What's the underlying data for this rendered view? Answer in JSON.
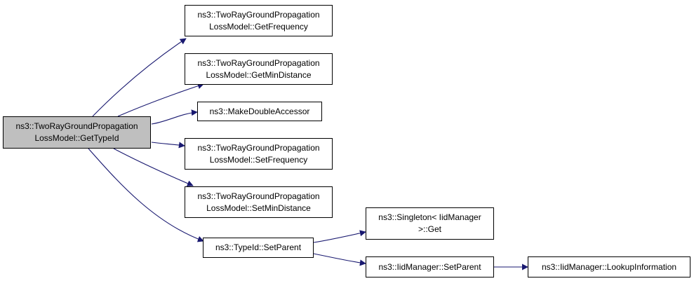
{
  "colors": {
    "edge": "#191970",
    "root_fill": "#bfbfbf",
    "node_fill": "#ffffff",
    "node_border": "#000000"
  },
  "nodes": {
    "root": {
      "line1": "ns3::TwoRayGroundPropagation",
      "line2": "LossModel::GetTypeId"
    },
    "get_frequency": {
      "line1": "ns3::TwoRayGroundPropagation",
      "line2": "LossModel::GetFrequency"
    },
    "get_min_distance": {
      "line1": "ns3::TwoRayGroundPropagation",
      "line2": "LossModel::GetMinDistance"
    },
    "make_double_accessor": {
      "line1": "ns3::MakeDoubleAccessor"
    },
    "set_frequency": {
      "line1": "ns3::TwoRayGroundPropagation",
      "line2": "LossModel::SetFrequency"
    },
    "set_min_distance": {
      "line1": "ns3::TwoRayGroundPropagation",
      "line2": "LossModel::SetMinDistance"
    },
    "typeid_set_parent": {
      "line1": "ns3::TypeId::SetParent"
    },
    "singleton_get": {
      "line1": "ns3::Singleton< IidManager",
      "line2": ">::Get"
    },
    "iidmanager_set_parent": {
      "line1": "ns3::IidManager::SetParent"
    },
    "iidmanager_lookup": {
      "line1": "ns3::IidManager::LookupInformation"
    }
  },
  "edges": [
    {
      "from": "root",
      "to": "get_frequency"
    },
    {
      "from": "root",
      "to": "get_min_distance"
    },
    {
      "from": "root",
      "to": "make_double_accessor"
    },
    {
      "from": "root",
      "to": "set_frequency"
    },
    {
      "from": "root",
      "to": "set_min_distance"
    },
    {
      "from": "root",
      "to": "typeid_set_parent"
    },
    {
      "from": "typeid_set_parent",
      "to": "singleton_get"
    },
    {
      "from": "typeid_set_parent",
      "to": "iidmanager_set_parent"
    },
    {
      "from": "iidmanager_set_parent",
      "to": "iidmanager_lookup"
    }
  ]
}
